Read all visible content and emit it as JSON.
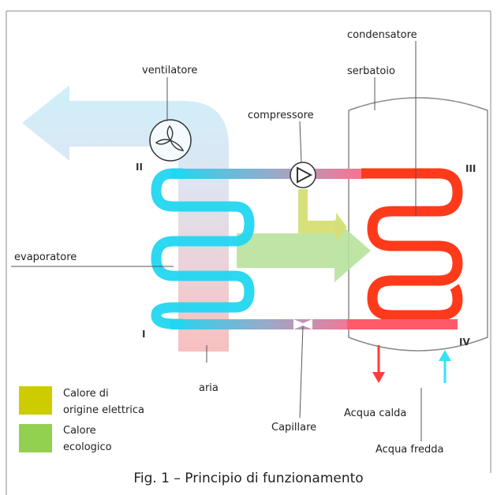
{
  "labels": {
    "ventilatore": "ventilatore",
    "compressore": "compressore",
    "condensatore": "condensatore",
    "serbatoio": "serbatoio",
    "evaporatore": "evaporatore",
    "aria": "aria",
    "capillare": "Capillare",
    "acqua_calda": "Acqua calda",
    "acqua_fredda": "Acqua fredda"
  },
  "stages": {
    "I": "I",
    "II": "II",
    "III": "III",
    "IV": "IV"
  },
  "legend": [
    {
      "line1": "Calore  di",
      "line2": "origine elettrica",
      "color": "#cccc00"
    },
    {
      "line1": "Calore",
      "line2": "ecologico",
      "color": "#92d050"
    }
  ],
  "caption": "Fig. 1 – Principio di funzionamento",
  "colors": {
    "hot": "#ff3a1a",
    "cold": "#22d6f0",
    "air": "#bfe9f7",
    "duct_pink": "#f6b5b5",
    "eco_green": "#b7e29c",
    "electric_yellow": "#d6de74"
  }
}
